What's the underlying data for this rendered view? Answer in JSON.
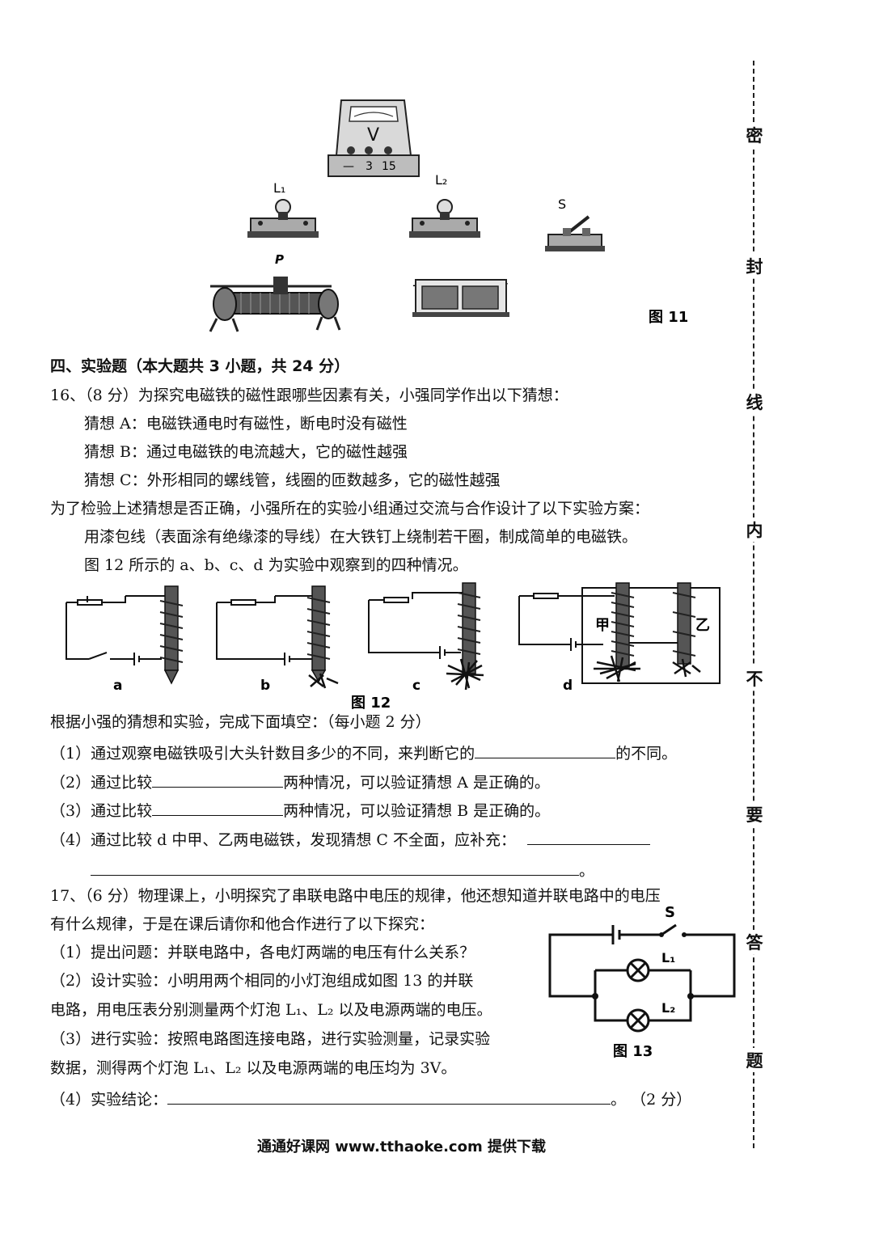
{
  "fig11": {
    "caption": "图 11",
    "voltmeter_letter": "V",
    "voltmeter_terminals": [
      "—",
      "3",
      "15"
    ],
    "l1_label": "L₁",
    "l2_label": "L₂",
    "switch_label": "S",
    "rheostat_label": "P",
    "battery_minus": "-",
    "battery_plus": "+"
  },
  "section4": {
    "title": "四、实验题（本大题共 3 小题，共 24 分）"
  },
  "q16": {
    "intro": "16、（8 分）为探究电磁铁的磁性跟哪些因素有关，小强同学作出以下猜想：",
    "guess_a": "猜想 A：电磁铁通电时有磁性，断电时没有磁性",
    "guess_b": "猜想 B：通过电磁铁的电流越大，它的磁性越强",
    "guess_c": "猜想 C：外形相同的螺线管，线圈的匝数越多，它的磁性越强",
    "plan_intro": "为了检验上述猜想是否正确，小强所在的实验小组通过交流与合作设计了以下实验方案：",
    "plan_1": "用漆包线（表面涂有绝缘漆的导线）在大铁钉上绕制若干圈，制成简单的电磁铁。",
    "plan_2": "图 12 所示的 a、b、c、d 为实验中观察到的四种情况。",
    "fig12_caption": "图 12",
    "fig12_labels": [
      "a",
      "b",
      "c",
      "d"
    ],
    "fig12_jia": "甲",
    "fig12_yi": "乙",
    "fill_intro": "根据小强的猜想和实验，完成下面填空：（每小题 2 分）",
    "q1_pre": "（1）通过观察电磁铁吸引大头针数目多少的不同，来判断它的",
    "q1_post": "的不同。",
    "q2_pre": "（2）通过比较",
    "q2_post": "两种情况，可以验证猜想 A 是正确的。",
    "q3_pre": "（3）通过比较",
    "q3_post": "两种情况，可以验证猜想 B 是正确的。",
    "q4_pre": "（4）通过比较 d 中甲、乙两电磁铁，发现猜想 C 不全面，应补充：",
    "q4_end": "。"
  },
  "q17": {
    "intro_1": "17、（6 分）物理课上，小明探究了串联电路中电压的规律，他还想知道并联电路中的电压",
    "intro_2": "有什么规律，于是在课后请你和他合作进行了以下探究：",
    "step1": "（1）提出问题：并联电路中，各电灯两端的电压有什么关系？",
    "step2a": "（2）设计实验：小明用两个相同的小灯泡组成如图 13 的并联",
    "step2b": "电路，用电压表分别测量两个灯泡 L₁、L₂ 以及电源两端的电压。",
    "step3a": "（3）进行实验：按照电路图连接电路，进行实验测量，记录实验",
    "step3b": "数据，测得两个灯泡 L₁、L₂ 以及电源两端的电压均为 3V。",
    "step4_pre": "（4）实验结论：",
    "step4_post": "。 （2 分）",
    "fig13_caption": "图 13",
    "fig13_s": "S",
    "fig13_l1": "L₁",
    "fig13_l2": "L₂"
  },
  "footer": "通通好课网 www.tthaoke.com 提供下载",
  "seal_chars": [
    "密",
    "封",
    "线",
    "内",
    "不",
    "要",
    "答",
    "题"
  ]
}
